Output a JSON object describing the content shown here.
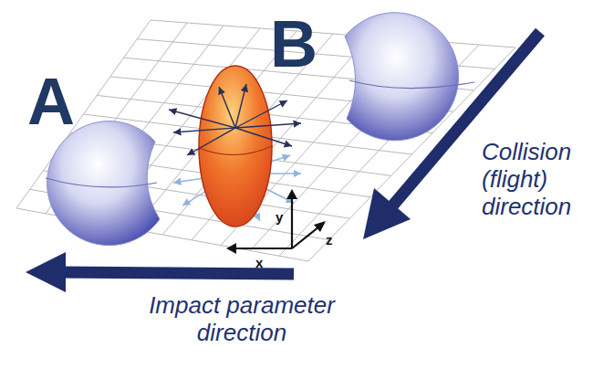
{
  "diagram": {
    "labels": [
      "A",
      "B",
      "Collision (flight) direction",
      "Impact parameter direction",
      "y",
      "z",
      "x"
    ]
  }
}
